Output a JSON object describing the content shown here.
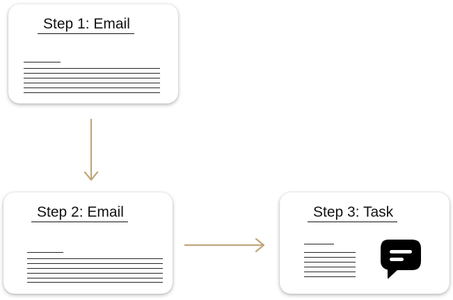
{
  "steps": [
    {
      "title": "Step 1: Email",
      "type": "email"
    },
    {
      "title": "Step 2: Email",
      "type": "email"
    },
    {
      "title": "Step 3: Task",
      "type": "task"
    }
  ],
  "icons": {
    "task_icon": "chat-bubble-icon"
  },
  "colors": {
    "arrow": "#bfa57a",
    "icon": "#000000",
    "card": "#ffffff"
  }
}
